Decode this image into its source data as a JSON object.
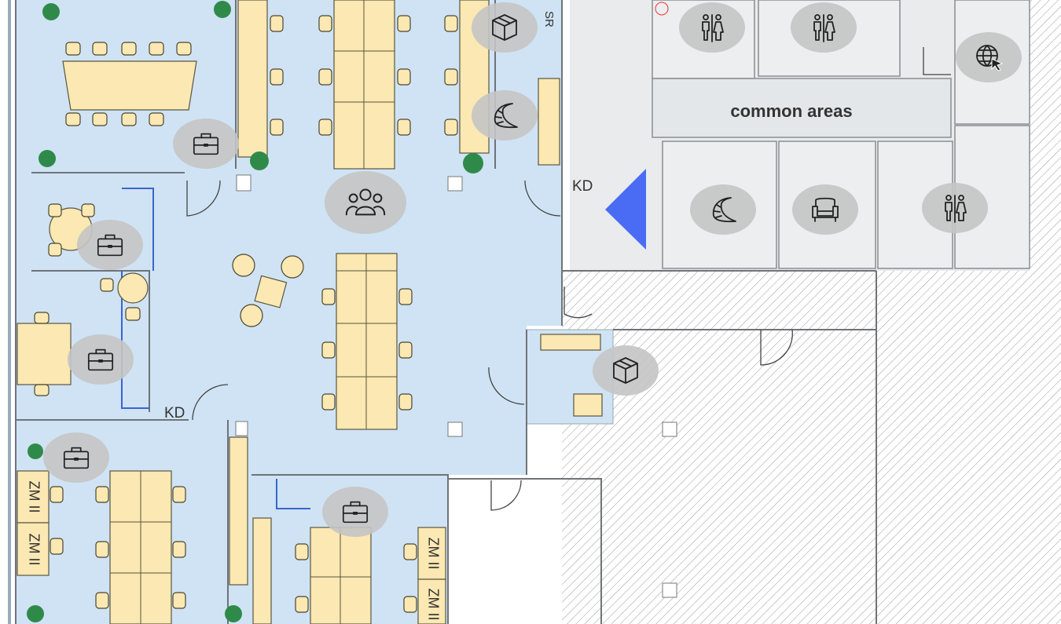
{
  "floor_plan": {
    "area_label": "common areas",
    "room_codes": {
      "kd_upper": "KD",
      "kd_lower": "KD",
      "sr": "SR"
    },
    "desk_labels": [
      "ZM II",
      "ZM II",
      "ZM II",
      "ZM II"
    ],
    "icons": [
      "briefcase-icon",
      "package-icon",
      "croissant-icon",
      "people-icon",
      "restroom-icon",
      "globe-cursor-icon",
      "armchair-icon"
    ],
    "colors": {
      "office_area": "#cfe3f4",
      "common_area": "#e9ebed",
      "desk": "#fbe8b2",
      "entrance_marker": "#4a6cf5",
      "icon_badge": "#c4c4c4"
    }
  }
}
